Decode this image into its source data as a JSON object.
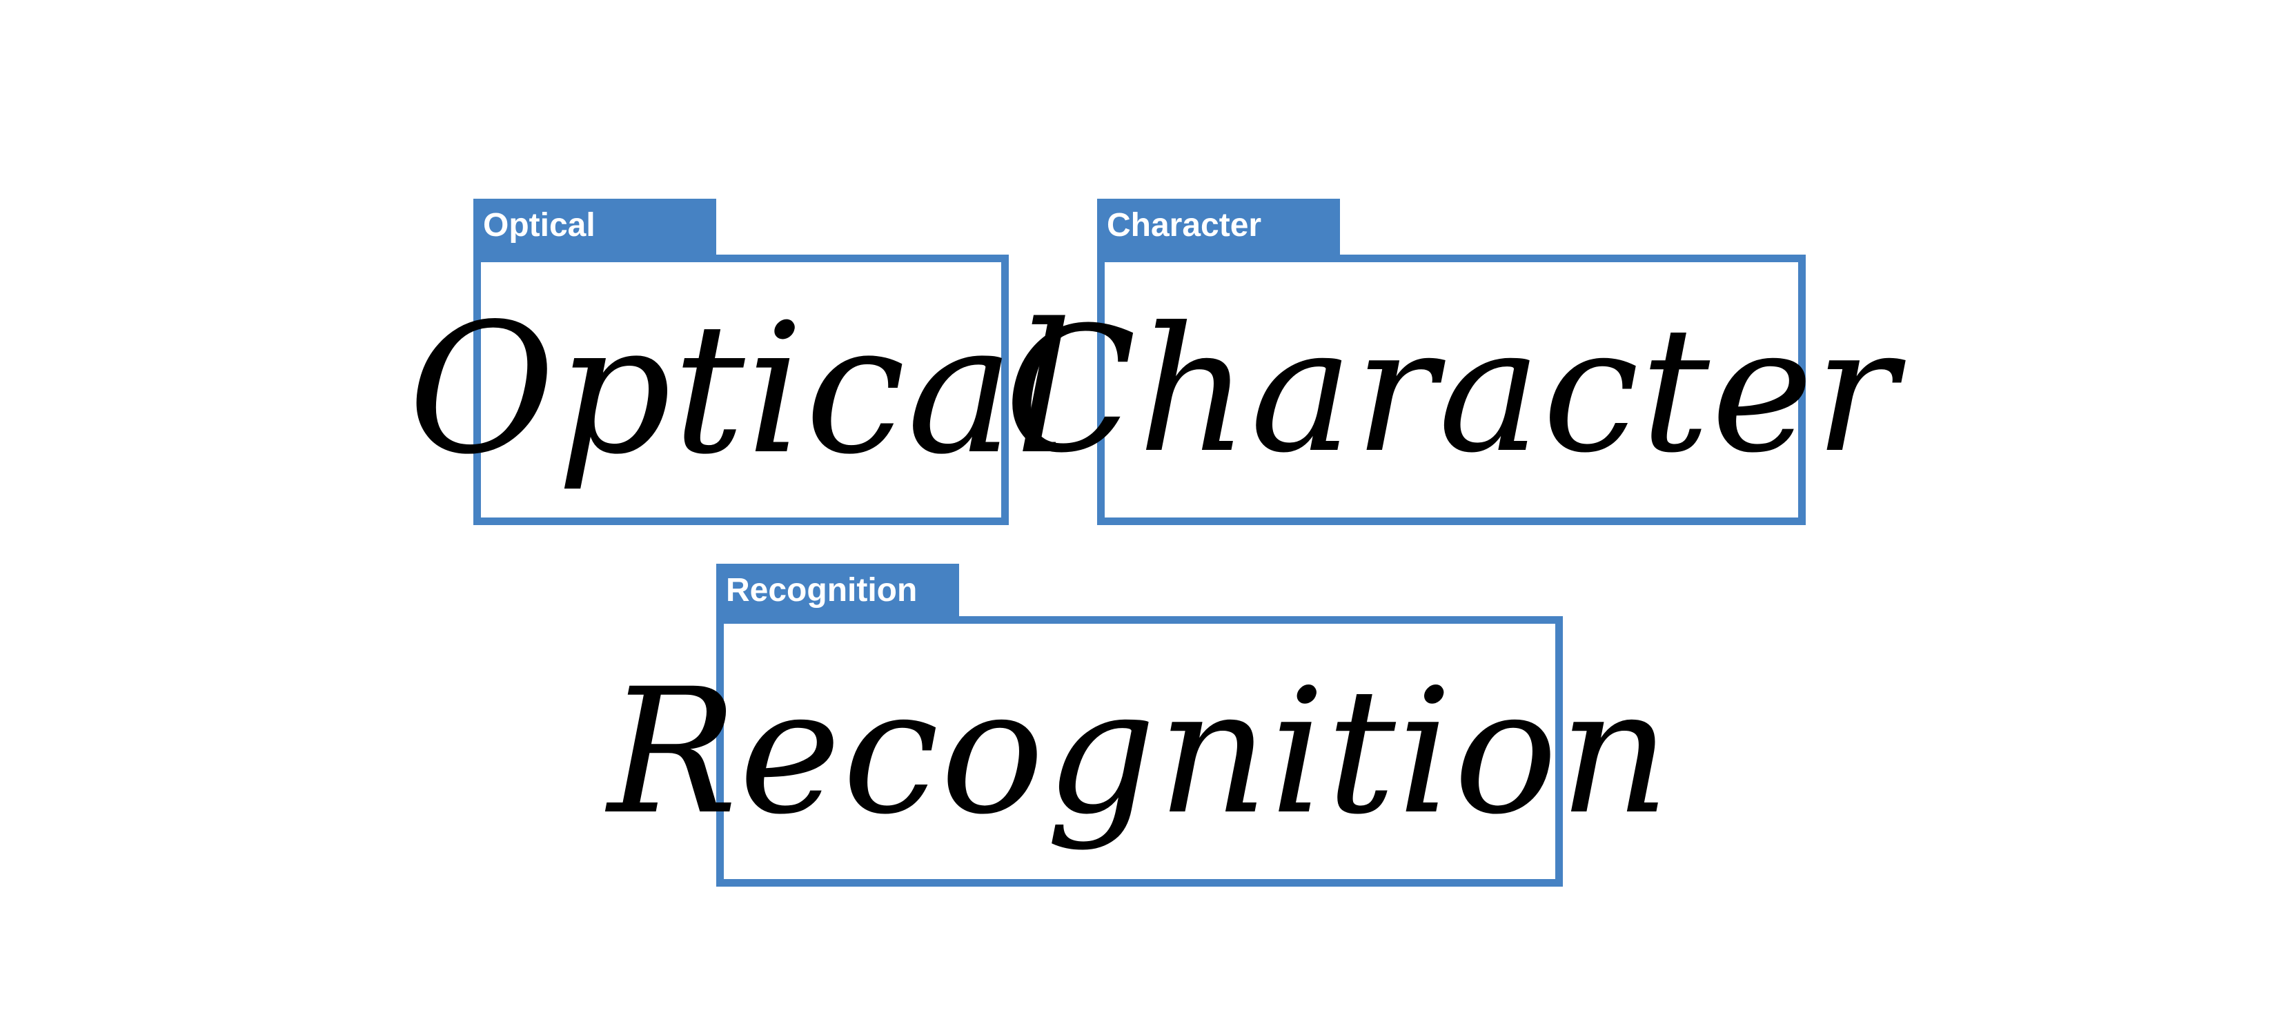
{
  "regions": [
    {
      "tag": "Optical",
      "text": "Optical"
    },
    {
      "tag": "Character",
      "text": "Character"
    },
    {
      "tag": "Recognition",
      "text": "Recognition"
    }
  ],
  "colors": {
    "box_border": "#4682c3",
    "tab_background": "#4682c3",
    "tab_text": "#ffffff",
    "word_text": "#000000",
    "background": "#ffffff"
  }
}
